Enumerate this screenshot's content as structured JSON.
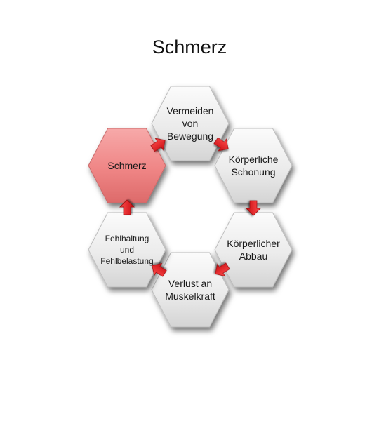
{
  "title": "Schmerz",
  "colors": {
    "highlight_fill": "#f08a8a",
    "highlight_fill_light": "#f7b0b0",
    "hex_fill": "#eeeeee",
    "hex_fill_light": "#fafafa",
    "arrow": "#e8141b"
  },
  "nodes": [
    {
      "id": "vermeiden",
      "lines": [
        "Vermeiden",
        "von",
        "Bewegung"
      ],
      "highlight": false
    },
    {
      "id": "schonung",
      "lines": [
        "Körperliche",
        "Schonung"
      ],
      "highlight": false
    },
    {
      "id": "abbau",
      "lines": [
        "Körperlicher",
        "Abbau"
      ],
      "highlight": false
    },
    {
      "id": "muskelkraft",
      "lines": [
        "Verlust an",
        "Muskelkraft"
      ],
      "highlight": false
    },
    {
      "id": "fehlhaltung",
      "lines": [
        "Fehlhaltung",
        "und",
        "Fehlbelastung"
      ],
      "highlight": false
    },
    {
      "id": "schmerz",
      "lines": [
        "Schmerz"
      ],
      "highlight": true
    }
  ],
  "arrows": [
    {
      "from": "schmerz",
      "to": "vermeiden"
    },
    {
      "from": "vermeiden",
      "to": "schonung"
    },
    {
      "from": "schonung",
      "to": "abbau"
    },
    {
      "from": "abbau",
      "to": "muskelkraft"
    },
    {
      "from": "muskelkraft",
      "to": "fehlhaltung"
    },
    {
      "from": "fehlhaltung",
      "to": "schmerz"
    }
  ]
}
